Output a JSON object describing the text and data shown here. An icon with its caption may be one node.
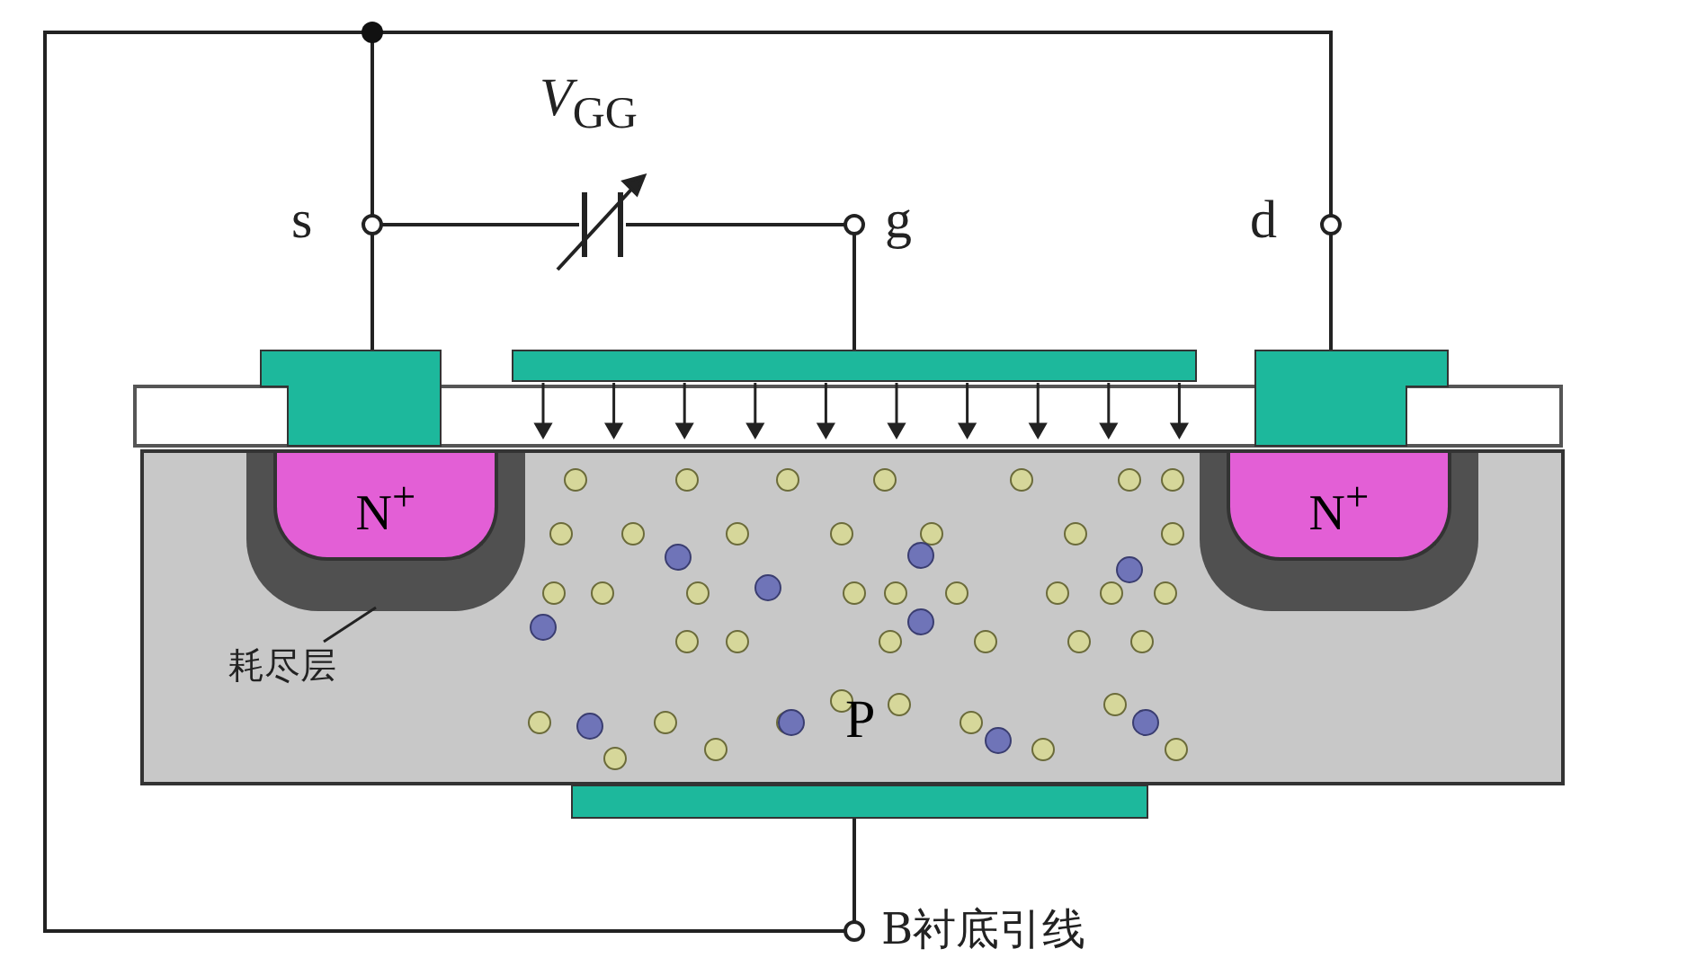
{
  "diagram": {
    "nodes": [
      {
        "text": [
          "P"
        ]
      },
      {
        "text": [],
        "shape": "box",
        "in": 0
      },
      {
        "text": [
          "N$^{+}$"
        ],
        "in": 1
      },
      {
        "text": [
          "N$^{+}$"
        ],
        "in": 0
      },
      {
        "text": [
          "耗尽层"
        ],
        "in": 0
      }
    ],
    "edges": [
      {
        "from": 4,
        "to": 1,
        "arrow": "none"
      }
    ],
    "labels": [
      "*V*$_{GG}$",
      "s",
      "g",
      "d",
      "B衬底引线"
    ]
  }
}
